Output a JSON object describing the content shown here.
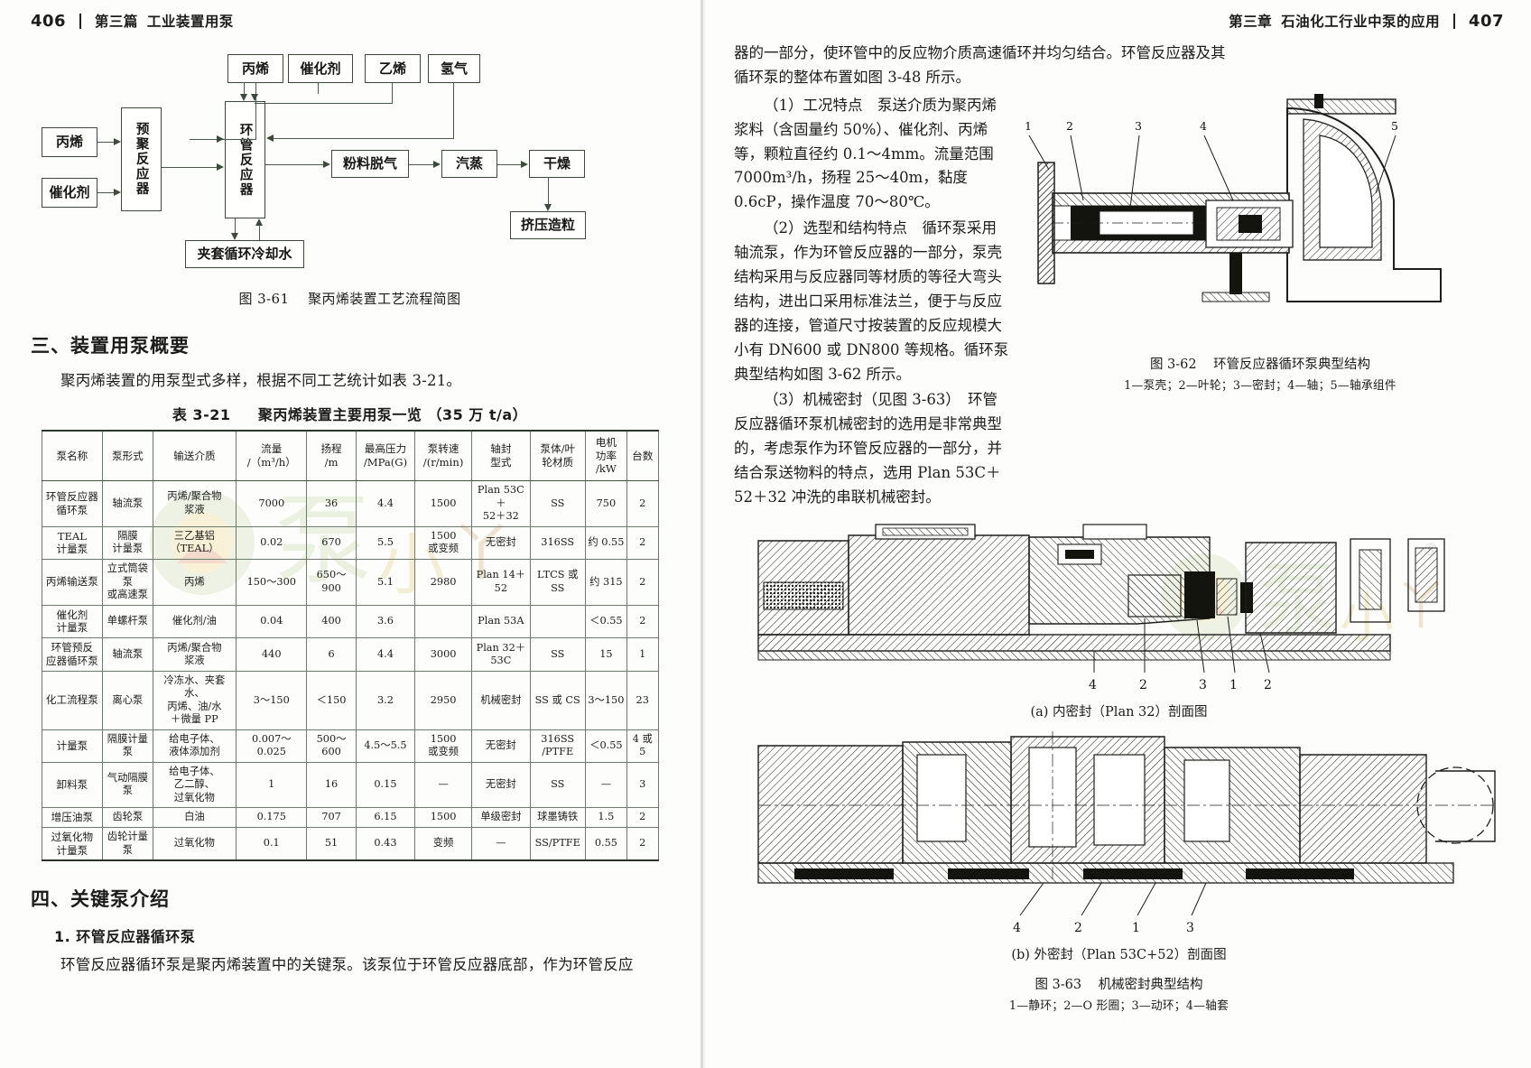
{
  "left_page": {
    "folio": "406",
    "running_head_section": "第三篇",
    "running_head_title": "工业装置用泵",
    "flow_diagram": {
      "boxes": [
        {
          "id": "propylene_top",
          "label": "丙烯"
        },
        {
          "id": "catalyst_top",
          "label": "催化剂"
        },
        {
          "id": "ethylene_top",
          "label": "乙烯"
        },
        {
          "id": "hydrogen_top",
          "label": "氢气"
        },
        {
          "id": "propylene_left",
          "label": "丙烯"
        },
        {
          "id": "catalyst_left",
          "label": "催化剂"
        },
        {
          "id": "prepoly_reactor",
          "label": "预聚反应器"
        },
        {
          "id": "loop_reactor",
          "label": "环管反应器"
        },
        {
          "id": "powder_degas",
          "label": "粉料脱气"
        },
        {
          "id": "steam",
          "label": "汽蒸"
        },
        {
          "id": "drying",
          "label": "干燥"
        },
        {
          "id": "extrusion",
          "label": "挤压造粒"
        },
        {
          "id": "jacket_water",
          "label": "夹套循环冷却水"
        }
      ],
      "caption_num": "图 3-61",
      "caption_text": "聚丙烯装置工艺流程简图"
    },
    "section_heading": "三、装置用泵概要",
    "section_paragraph": "聚丙烯装置的用泵型式多样，根据不同工艺统计如表 3-21。",
    "table": {
      "title_num": "表 3-21",
      "title_text": "聚丙烯装置主要用泵一览",
      "title_unit": "（35 万 t/a）",
      "headers": [
        {
          "line1": "泵名称",
          "line2": "",
          "line3": ""
        },
        {
          "line1": "泵形式",
          "line2": "",
          "line3": ""
        },
        {
          "line1": "输送介质",
          "line2": "",
          "line3": ""
        },
        {
          "line1": "流量",
          "line2": "/（m³/h）",
          "line3": ""
        },
        {
          "line1": "扬程",
          "line2": "/m",
          "line3": ""
        },
        {
          "line1": "最高压力",
          "line2": "/MPa(G)",
          "line3": ""
        },
        {
          "line1": "泵转速",
          "line2": "/(r/min)",
          "line3": ""
        },
        {
          "line1": "轴封",
          "line2": "型式",
          "line3": ""
        },
        {
          "line1": "泵体/叶",
          "line2": "轮材质",
          "line3": ""
        },
        {
          "line1": "电机",
          "line2": "功率",
          "line3": "/kW"
        },
        {
          "line1": "台数",
          "line2": "",
          "line3": ""
        }
      ],
      "rows": [
        {
          "name": "环管反应器\n循环泵",
          "form": "轴流泵",
          "medium": "丙烯/聚合物\n浆液",
          "flow": "7000",
          "head": "36",
          "pmax": "4.4",
          "speed": "1500",
          "seal": "Plan 53C＋\n52＋32",
          "material": "SS",
          "power": "750",
          "count": "2"
        },
        {
          "name": "TEAL\n计量泵",
          "form": "隔膜\n计量泵",
          "medium": "三乙基铝\n（TEAL）",
          "flow": "0.02",
          "head": "670",
          "pmax": "5.5",
          "speed": "1500\n或变频",
          "seal": "无密封",
          "material": "316SS",
          "power": "约 0.55",
          "count": "2"
        },
        {
          "name": "丙烯输送泵",
          "form": "立式筒袋泵\n或高速泵",
          "medium": "丙烯",
          "flow": "150～300",
          "head": "650～900",
          "pmax": "5.1",
          "speed": "2980",
          "seal": "Plan 14＋\n52",
          "material": "LTCS 或\nSS",
          "power": "约 315",
          "count": "2"
        },
        {
          "name": "催化剂\n计量泵",
          "form": "单螺杆泵",
          "medium": "催化剂/油",
          "flow": "0.04",
          "head": "400",
          "pmax": "3.6",
          "speed": "",
          "seal": "Plan 53A",
          "material": "",
          "power": "＜0.55",
          "count": "2"
        },
        {
          "name": "环管预反\n应器循环泵",
          "form": "轴流泵",
          "medium": "丙烯/聚合物\n浆液",
          "flow": "440",
          "head": "6",
          "pmax": "4.4",
          "speed": "3000",
          "seal": "Plan 32＋\n53C",
          "material": "SS",
          "power": "15",
          "count": "1"
        },
        {
          "name": "化工流程泵",
          "form": "离心泵",
          "medium": "冷冻水、夹套水、\n丙烯、油/水\n＋微量 PP",
          "flow": "3～150",
          "head": "＜150",
          "pmax": "3.2",
          "speed": "2950",
          "seal": "机械密封",
          "material": "SS 或 CS",
          "power": "3～150",
          "count": "23"
        },
        {
          "name": "计量泵",
          "form": "隔膜计量泵",
          "medium": "给电子体、\n液体添加剂",
          "flow": "0.007～0.025",
          "head": "500～600",
          "pmax": "4.5～5.5",
          "speed": "1500\n或变频",
          "seal": "无密封",
          "material": "316SS\n/PTFE",
          "power": "＜0.55",
          "count": "4 或 5"
        },
        {
          "name": "卸料泵",
          "form": "气动隔膜泵",
          "medium": "给电子体、\n乙二醇、\n过氧化物",
          "flow": "1",
          "head": "16",
          "pmax": "0.15",
          "speed": "—",
          "seal": "无密封",
          "material": "SS",
          "power": "—",
          "count": "3"
        },
        {
          "name": "增压油泵",
          "form": "齿轮泵",
          "medium": "白油",
          "flow": "0.175",
          "head": "707",
          "pmax": "6.15",
          "speed": "1500",
          "seal": "单级密封",
          "material": "球墨铸铁",
          "power": "1.5",
          "count": "2"
        },
        {
          "name": "过氧化物\n计量泵",
          "form": "齿轮计量泵",
          "medium": "过氧化物",
          "flow": "0.1",
          "head": "51",
          "pmax": "0.43",
          "speed": "变频",
          "seal": "—",
          "material": "SS/PTFE",
          "power": "0.55",
          "count": "2"
        }
      ]
    },
    "subsection_heading": "四、关键泵介绍",
    "item_heading": "1. 环管反应器循环泵",
    "item_paragraph": "环管反应器循环泵是聚丙烯装置中的关键泵。该泵位于环管反应器底部，作为环管反应"
  },
  "right_page": {
    "folio": "407",
    "running_head_section": "第三章",
    "running_head_title": "石油化工行业中泵的应用",
    "paragraphs": [
      "器的一部分，使环管中的反应物介质高速循环并均匀结合。环管反应器及其循环泵的整体布置如图 3-48 所示。",
      "（1）工况特点　泵送介质为聚丙烯浆料（含固量约 50%）、催化剂、丙烯等，颗粒直径约 0.1～4mm。流量范围 7000m³/h，扬程 25～40m，黏度 0.6cP，操作温度 70～80℃。",
      "（2）选型和结构特点　循环泵采用轴流泵，作为环管反应器的一部分，泵壳结构采用与反应器同等材质的等径大弯头结构，进出口采用标准法兰，便于与反应器的连接，管道尺寸按装置的反应规模大小有 DN600 或 DN800 等规格。循环泵典型结构如图 3-62 所示。",
      "（3）机械密封（见图 3-63）　环管反应器循环泵机械密封的选用是非常典型的，考虑泵作为环管反应器的一部分，并结合泵送物料的特点，选用 Plan 53C＋52＋32 冲洗的串联机械密封。"
    ],
    "fig_3_62": {
      "callouts": [
        "1",
        "2",
        "3",
        "4",
        "5"
      ],
      "caption_num": "图 3-62",
      "caption_text": "环管反应器循环泵典型结构",
      "legend": "1—泵壳；2—叶轮；3—密封；4—轴；5—轴承组件"
    },
    "fig_3_63": {
      "sub_a_callouts": [
        "4",
        "2",
        "3",
        "1",
        "2"
      ],
      "sub_a_caption": "(a) 内密封（Plan 32）剖面图",
      "sub_b_callouts": [
        "4",
        "2",
        "1",
        "3"
      ],
      "sub_b_caption": "(b) 外密封（Plan 53C+52）剖面图",
      "caption_num": "图 3-63",
      "caption_text": "机械密封典型结构",
      "legend": "1—静环；2—O 形圈；3—动环；4—轴套"
    }
  },
  "watermark": {
    "text": "泵小丫",
    "mark": "®",
    "colors": {
      "green": "#cfe0c0",
      "yellow": "#f2e2a8",
      "red": "#e8bca8",
      "olive": "#b9cda6"
    }
  }
}
